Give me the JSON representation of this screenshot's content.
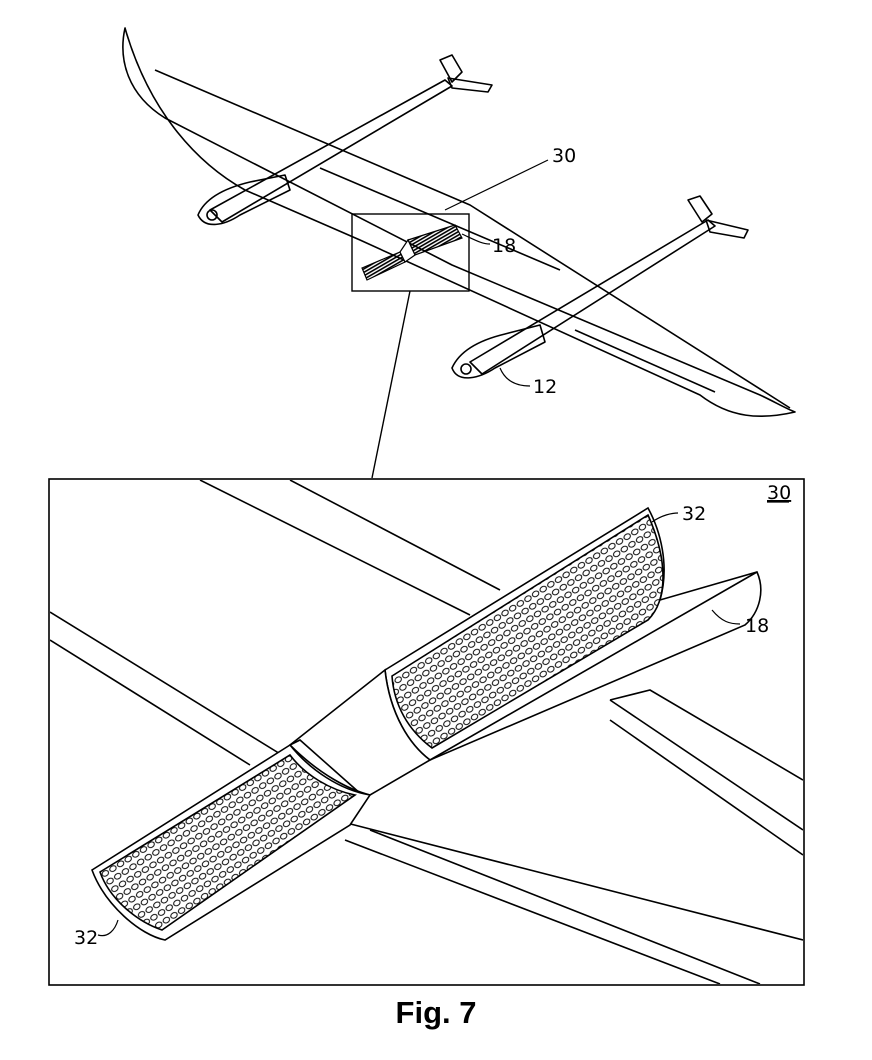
{
  "figure": {
    "caption": "Fig. 7",
    "reference_numerals": {
      "overview_30": "30",
      "overview_18": "18",
      "overview_12": "12",
      "detail_30": "30",
      "detail_32_top": "32",
      "detail_18": "18",
      "detail_32_bottom": "32"
    }
  }
}
